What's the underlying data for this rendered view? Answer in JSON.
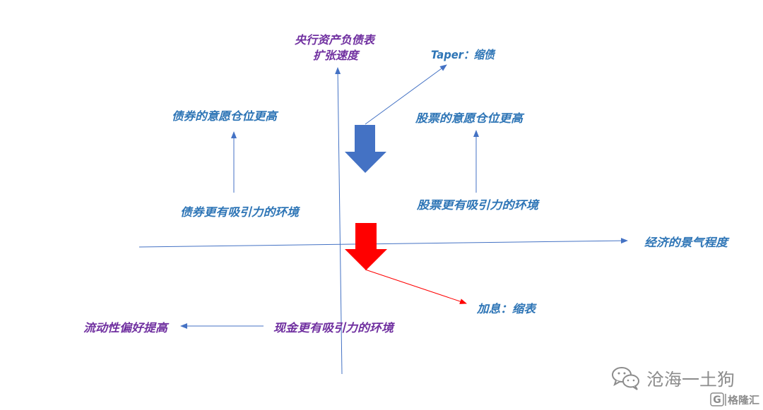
{
  "diagram": {
    "y_axis": {
      "label_line1": "央行资产负债表",
      "label_line2": "扩张速度"
    },
    "x_axis": {
      "label": "经济的景气程度"
    },
    "taper": {
      "label": "Taper：缩债"
    },
    "hike": {
      "label": "加息：缩表"
    },
    "bond": {
      "position": "债券的意愿仓位更高",
      "environment": "债券更有吸引力的环境"
    },
    "stock": {
      "position": "股票的意愿仓位更高",
      "environment": "股票更有吸引力的环境"
    },
    "cash": {
      "preference": "流动性偏好提高",
      "environment": "现金更有吸引力的环境"
    }
  },
  "watermark": {
    "account": "沧海一土狗",
    "brand_letter": "G",
    "brand": "格隆汇"
  },
  "icons": {
    "account_icon": "wechat-icon",
    "taper_arrow": "down-block-arrow-icon",
    "hike_arrow": "down-block-arrow-icon",
    "brand_logo": "gelonghui-logo-icon"
  },
  "colors": {
    "label_blue": "#2E75B6",
    "label_purple": "#7030A0",
    "line_blue": "#4472C4",
    "block_arrow_blue": "#4472C4",
    "block_arrow_red": "#FF0000",
    "line_red": "#FF0000",
    "watermark_gray": "#8C8C8C"
  }
}
